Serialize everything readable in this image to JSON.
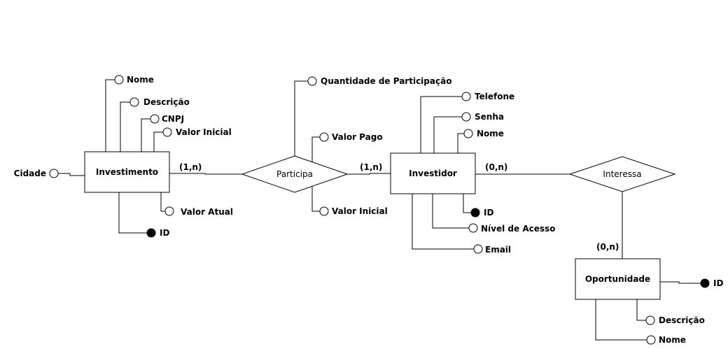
{
  "entities": {
    "investimento": "Investimento",
    "investidor": "Investidor",
    "oportunidade": "Oportunidade"
  },
  "relationships": {
    "participa": "Participa",
    "interessa": "Interessa"
  },
  "cardinalities": {
    "investimento_participa": "(1,n)",
    "participa_investidor": "(1,n)",
    "investidor_interessa": "(0,n)",
    "interessa_oportunidade": "(0,n)"
  },
  "attributes": {
    "investimento": {
      "nome": "Nome",
      "descricao": "Descrição",
      "cnpj": "CNPJ",
      "valor_inicial": "Valor Inicial",
      "cidade": "Cidade",
      "valor_atual": "Valor Atual",
      "id": "ID"
    },
    "participa": {
      "quantidade": "Quantidade de Participação",
      "valor_pago": "Valor Pago",
      "valor_inicial": "Valor Inicial"
    },
    "investidor": {
      "telefone": "Telefone",
      "senha": "Senha",
      "nome": "Nome",
      "id": "ID",
      "nivel_acesso": "Nível de Acesso",
      "email": "Email"
    },
    "oportunidade": {
      "id": "ID",
      "descricao": "Descrição",
      "nome": "Nome"
    }
  }
}
